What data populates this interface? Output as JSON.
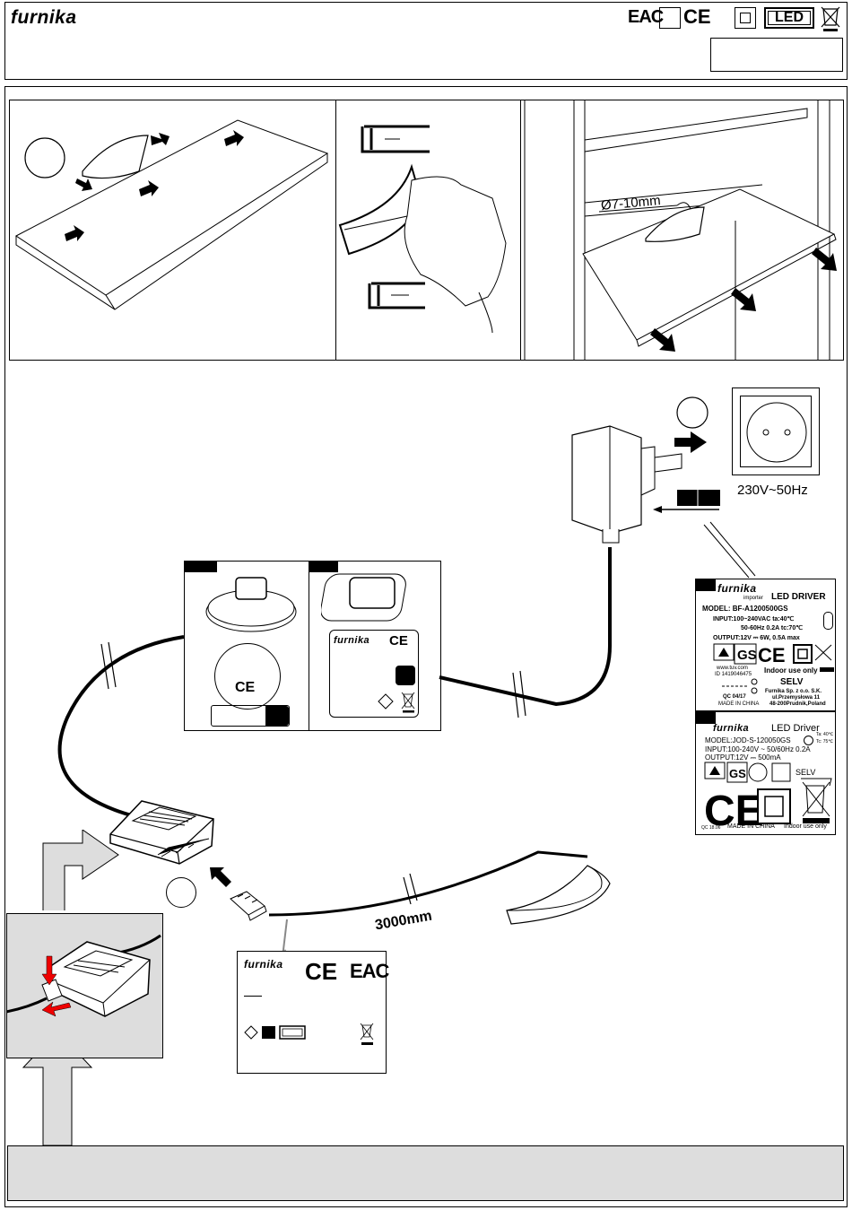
{
  "header": {
    "brand": "furnika",
    "marks": {
      "eac": "EAC",
      "ce": "CE",
      "led": "LED"
    }
  },
  "installation": {
    "hole_diameter": "Ø7-10mm",
    "mains_rating": "230V~50Hz",
    "cable_length": "3000mm"
  },
  "switch_panel": {
    "brand": "furnika",
    "ce": "CE"
  },
  "driver_label_1": {
    "brand": "furnika",
    "importer": "importer",
    "title": "LED DRIVER",
    "model": "MODEL: BF-A1200500GS",
    "input_line1": "INPUT:100~240VAC  ta:40℃",
    "input_line2": "50-60Hz 0.2A tc:70℃",
    "output": "OUTPUT:12V ⎓ 6W, 0.5A max",
    "website": "www.tuv.com",
    "cert_id": "ID 1419046475",
    "indoor": "Indoor use only",
    "selv": "SELV",
    "qc": "QC  04/17",
    "made_in": "MADE IN CHINA",
    "company": "Furnika Sp. z o.o. S.K.",
    "street": "ul.Przemysłowa 11",
    "city": "48-200Prudnik,Poland"
  },
  "driver_label_2": {
    "brand": "furnika",
    "title": "LED Driver",
    "model": "MODEL:JOD-S-120050GS",
    "input": "INPUT:100-240V ~ 50/60Hz 0.2A",
    "output": "OUTPUT:12V ⎓ 500mA",
    "ta": "Ta: 40℃",
    "tc": "Tc: 75℃",
    "selv": "SELV",
    "qc": "QC 18.06",
    "made_in": "MADE  IN  CHINA",
    "indoor": "Indoor use only"
  },
  "product_label": {
    "brand": "furnika",
    "ce": "CE",
    "eac": "EAC"
  }
}
